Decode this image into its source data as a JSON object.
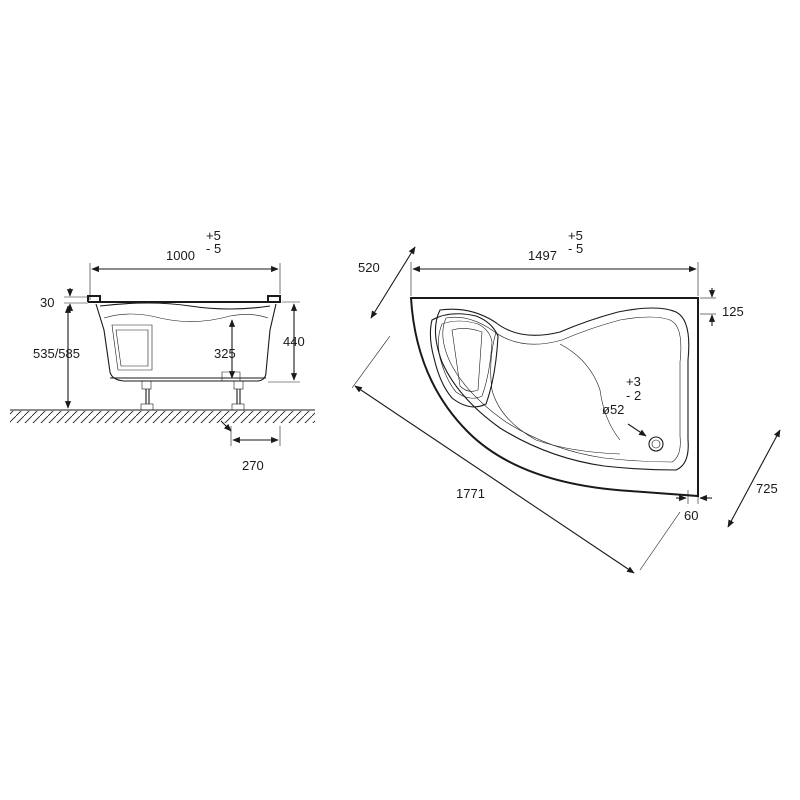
{
  "side_view": {
    "width": {
      "value": "1000",
      "tol_plus": "+5",
      "tol_minus": "- 5"
    },
    "rim": "30",
    "total_height": "535/585",
    "inner_depth": "325",
    "body_height": "440",
    "foot_distance": "270"
  },
  "top_view": {
    "length": {
      "value": "1497",
      "tol_plus": "+5",
      "tol_minus": "- 5"
    },
    "corner_side": "520",
    "rim_top": "125",
    "diagonal": "1771",
    "short_side": "725",
    "drain_offset": "60",
    "drain": {
      "diameter": "ø52",
      "tol_plus": "+3",
      "tol_minus": "- 2"
    }
  }
}
